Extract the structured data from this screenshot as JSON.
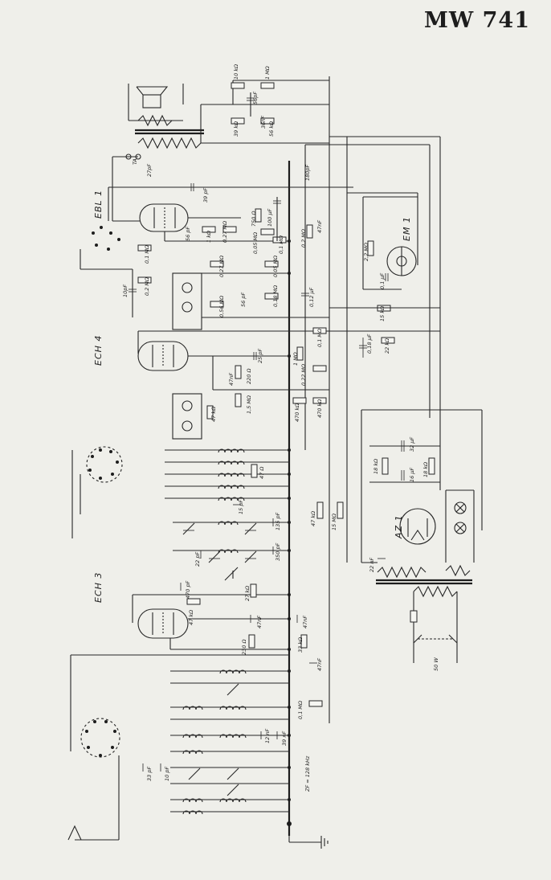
{
  "title": "MW 741",
  "tubes": {
    "ebl1": "EBL 1",
    "ech4": "ECH 4",
    "ech3": "ECH 3",
    "em1": "EM 1",
    "az1": "AZ 1"
  },
  "labels": {
    "ta": "TA",
    "zf": "ZF = 128 kHz",
    "power": "50 W",
    "r_10k": "10 kΩ",
    "r_1m_top": "1 MΩ",
    "c_56pf": "56pF",
    "c_36nf": "36nF",
    "r_39k": "39 kΩ",
    "r_56k": "56 kΩ",
    "c_27pf_ta": "27pF",
    "c_39pf": "39 pF",
    "c_180pf": "180pF",
    "c_56pf_g": "56 pF",
    "r_1k": "1 kΩ",
    "r_027m": "0,27 MΩ",
    "r_750": "750 Ω",
    "c_100uf": "100 µF",
    "r_005m": "0,05 MΩ",
    "r_001m": "0,1 MΩ",
    "r_02m": "0,2 MΩ",
    "c_47nf": "47nF",
    "r_22m": "2,2 MΩ",
    "c_10pf": "10pF",
    "r_01m_ebl": "0,1 MΩ",
    "r_02m_ebl": "0,2 MΩ",
    "r_027m_b": "0,27 MΩ",
    "r_005m_b": "0,05 MΩ",
    "r_056m": "0,56 MΩ",
    "c_56pf_b": "56 pF",
    "r_018m": "0,18 MΩ",
    "c_012uf": "0,12 µF",
    "c_01uf": "0,1 µF",
    "r_15k": "15 kΩ",
    "r_01m_ech4": "0,1 MΩ",
    "c_018uf": "0,18 µF",
    "r_22k": "22 kΩ",
    "r_1m_ech4": "1 MΩ",
    "c_25pf": "25 pF",
    "c_47nf_ech4": "47nF",
    "r_220": "220 Ω",
    "r_022m": "0,22 MΩ",
    "r_15m": "1,5 MΩ",
    "r_47k": "47 kΩ",
    "r_470k": "470 kΩ",
    "r_470k_b": "470 kΩ",
    "r_18k": "18 kΩ",
    "c_32uf": "32 µF",
    "c_16uf": "16 µF",
    "r_18k_b": "18 kΩ",
    "c_15pf": "15 pF",
    "r_47_osc": "47 Ω",
    "c_135pf": "135 pF",
    "c_350pf": "350 pF",
    "r_47k_b": "47 kΩ",
    "r_15m_b": "15 MΩ",
    "c_22pf": "22 pF",
    "c_22nf": "22 nF",
    "c_470pf": "470 pF",
    "r_27k": "27 kΩ",
    "r_47k_ech3": "47 kΩ",
    "c_47nf_ech3": "47nF",
    "c_47nf_b": "47nF",
    "r_230": "230 Ω",
    "r_33k": "33 kΩ",
    "c_47nf_c": "47nF",
    "r_01m_rf": "0,1 MΩ",
    "c_12nf": "12 nF",
    "c_39nf": "39 nF",
    "c_33pf": "33 pF",
    "c_10pf_b": "10 pF"
  }
}
